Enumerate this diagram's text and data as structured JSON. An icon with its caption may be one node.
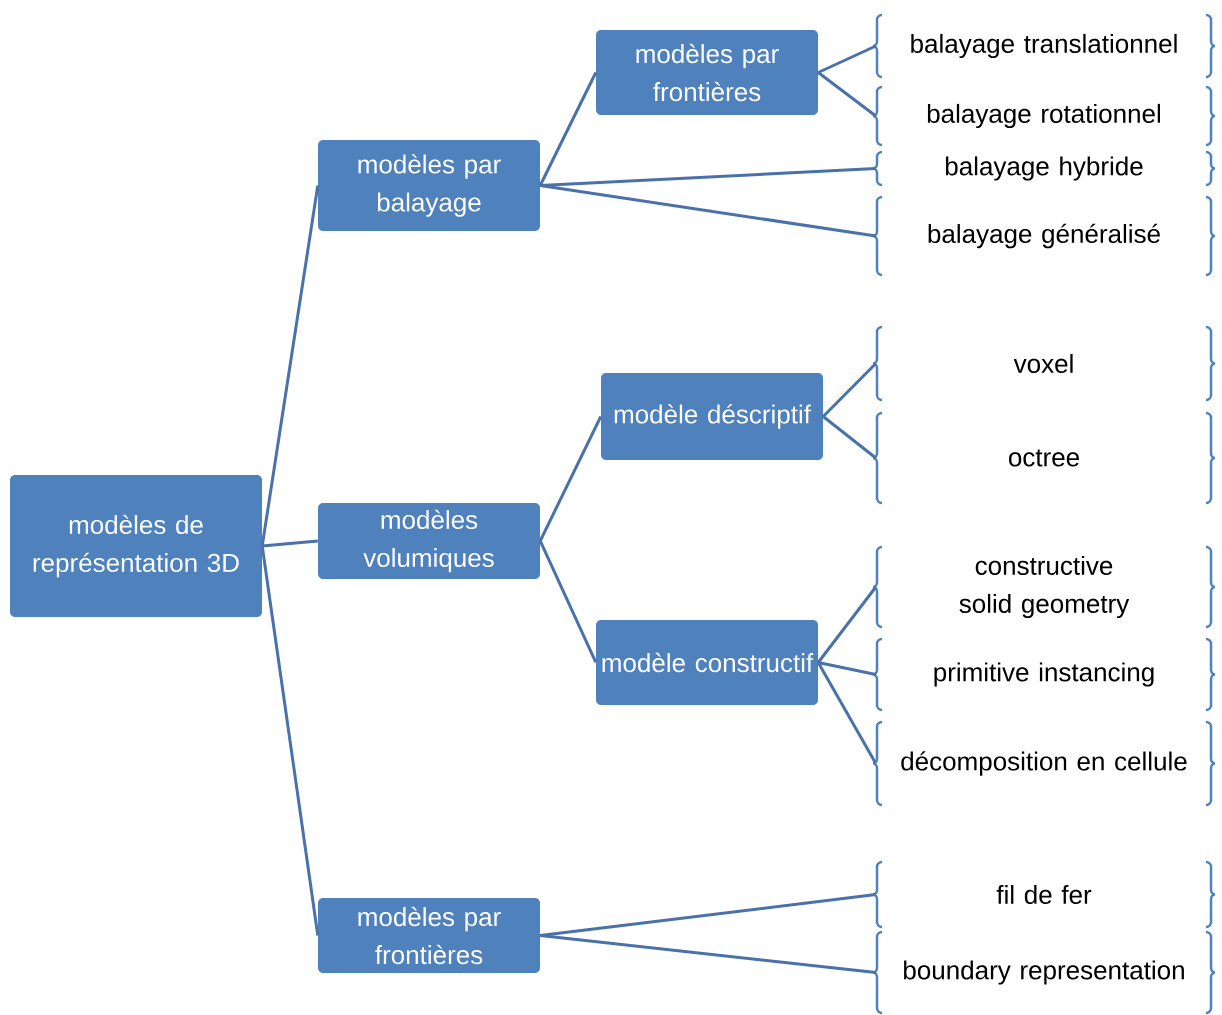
{
  "diagram": {
    "nodes": [
      {
        "text": [
          "modèles de représentation 3D"
        ]
      },
      {
        "text": [
          "modèles par balayage"
        ]
      },
      {
        "text": [
          "modèles par frontières"
        ]
      },
      {
        "text": [
          "balayage translationnel"
        ]
      },
      {
        "text": [
          "balayage rotationnel"
        ]
      },
      {
        "text": [
          "balayage hybride"
        ]
      },
      {
        "text": [
          "balayage généralisé"
        ]
      },
      {
        "text": [
          "modèles volumiques"
        ]
      },
      {
        "text": [
          "modèle déscriptif"
        ]
      },
      {
        "text": [
          "voxel"
        ]
      },
      {
        "text": [
          "octree"
        ]
      },
      {
        "text": [
          "modèle constructif"
        ]
      },
      {
        "text": [
          "constructive solid geometry"
        ]
      },
      {
        "text": [
          "primitive instancing"
        ]
      },
      {
        "text": [
          "décomposition en cellule"
        ]
      },
      {
        "text": [
          "modèles par frontières"
        ]
      },
      {
        "text": [
          "fil de fer"
        ]
      },
      {
        "text": [
          "boundary representation"
        ]
      }
    ],
    "edges": [
      {
        "from": 0,
        "to": 1,
        "arrow": "none"
      },
      {
        "from": 0,
        "to": 7,
        "arrow": "none"
      },
      {
        "from": 0,
        "to": 15,
        "arrow": "none"
      },
      {
        "from": 1,
        "to": 2,
        "arrow": "none"
      },
      {
        "from": 1,
        "to": 5,
        "arrow": "none"
      },
      {
        "from": 1,
        "to": 6,
        "arrow": "none"
      },
      {
        "from": 2,
        "to": 3,
        "arrow": "none"
      },
      {
        "from": 2,
        "to": 4,
        "arrow": "none"
      },
      {
        "from": 7,
        "to": 8,
        "arrow": "none"
      },
      {
        "from": 7,
        "to": 11,
        "arrow": "none"
      },
      {
        "from": 8,
        "to": 9,
        "arrow": "none"
      },
      {
        "from": 8,
        "to": 10,
        "arrow": "none"
      },
      {
        "from": 11,
        "to": 12,
        "arrow": "none"
      },
      {
        "from": 11,
        "to": 13,
        "arrow": "none"
      },
      {
        "from": 11,
        "to": 14,
        "arrow": "none"
      },
      {
        "from": 15,
        "to": 16,
        "arrow": "none"
      },
      {
        "from": 15,
        "to": 17,
        "arrow": "none"
      }
    ]
  }
}
